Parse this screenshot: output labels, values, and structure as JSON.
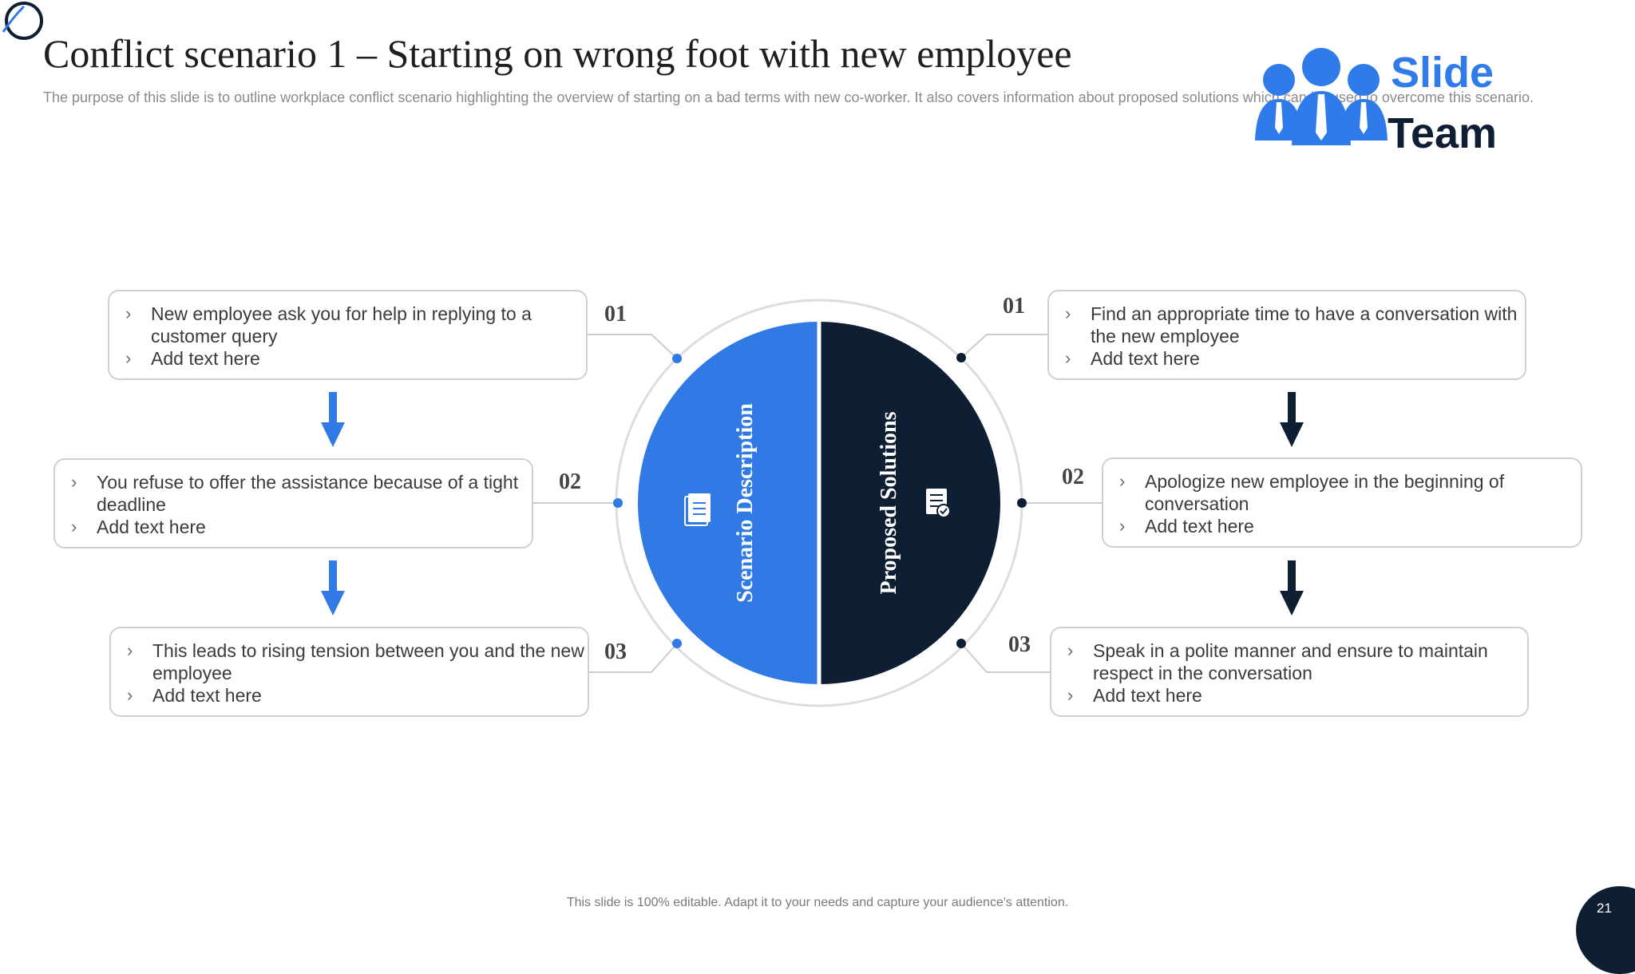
{
  "header": {
    "title": "Conflict scenario 1 – Starting on wrong foot with new employee",
    "subtitle": "The purpose of this slide is to outline workplace conflict scenario highlighting the overview of starting on a bad terms with new co-worker. It also covers information about proposed solutions which can be used to overcome this scenario."
  },
  "logo": {
    "line1": "Slide",
    "line2": "Team",
    "icon": "team-people-icon"
  },
  "circle": {
    "left_label": "Scenario Description",
    "right_label": "Proposed Solutions",
    "left_icon": "document-icon",
    "right_icon": "checklist-icon",
    "colors": {
      "left": "#3179e4",
      "right": "#0f1f33"
    }
  },
  "scenario": [
    {
      "num": "01",
      "lines": [
        "New employee ask you for help in replying to a customer query",
        "Add text here"
      ]
    },
    {
      "num": "02",
      "lines": [
        "You refuse to offer the assistance because of a tight deadline",
        "Add text here"
      ]
    },
    {
      "num": "03",
      "lines": [
        "This leads to rising tension between you and the new employee",
        "Add text here"
      ]
    }
  ],
  "solutions": [
    {
      "num": "01",
      "lines": [
        "Find an appropriate time to have a conversation with the new employee",
        "Add text here"
      ]
    },
    {
      "num": "02",
      "lines": [
        "Apologize  new employee in the beginning of conversation",
        "Add text here"
      ]
    },
    {
      "num": "03",
      "lines": [
        "Speak in a polite manner and ensure to maintain respect in the conversation",
        "Add text here"
      ]
    }
  ],
  "footer": {
    "note": "This slide is 100% editable. Adapt it to your needs and capture your audience's attention.",
    "page": "21"
  }
}
